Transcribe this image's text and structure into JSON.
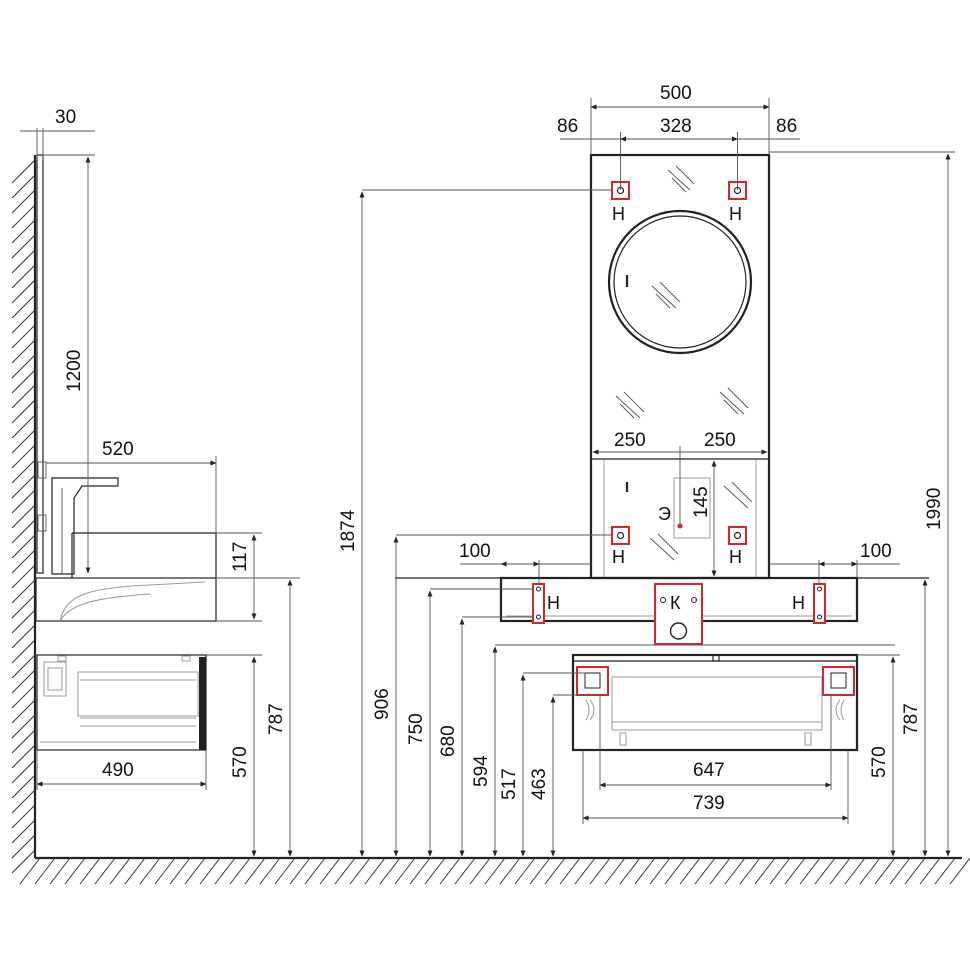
{
  "colors": {
    "line": "#222222",
    "accent_red": "#d9262b",
    "background": "#ffffff"
  },
  "side_view": {
    "dims": {
      "mirror_depth": "30",
      "mirror_height": "1200",
      "basin_depth": "520",
      "basin_height": "117",
      "cabinet_depth": "490",
      "cabinet_height": "570",
      "top_height": "787"
    }
  },
  "front_view": {
    "dims": {
      "mirror_width": "500",
      "mirror_holes_span": "328",
      "mirror_edge_left": "86",
      "mirror_edge_right": "86",
      "panel_half_left": "250",
      "panel_half_right": "250",
      "socket_offset": "145",
      "total_height": "1990",
      "mirror_hole_height": "1874",
      "panel_hole_height": "906",
      "basin_top_height": "750",
      "basin_bottom_height": "680",
      "cabinet_top_height": "594",
      "cabinet_hole_height": "517",
      "cabinet_lower_hole": "463",
      "basin_edge_left": "100",
      "basin_edge_right": "100",
      "cabinet_holes_span": "647",
      "cabinet_width": "739",
      "cabinet_height": "570",
      "top_height": "787"
    },
    "markers": {
      "mount_letter": "Н",
      "socket_letter": "Э",
      "drain_letter": "К"
    }
  }
}
